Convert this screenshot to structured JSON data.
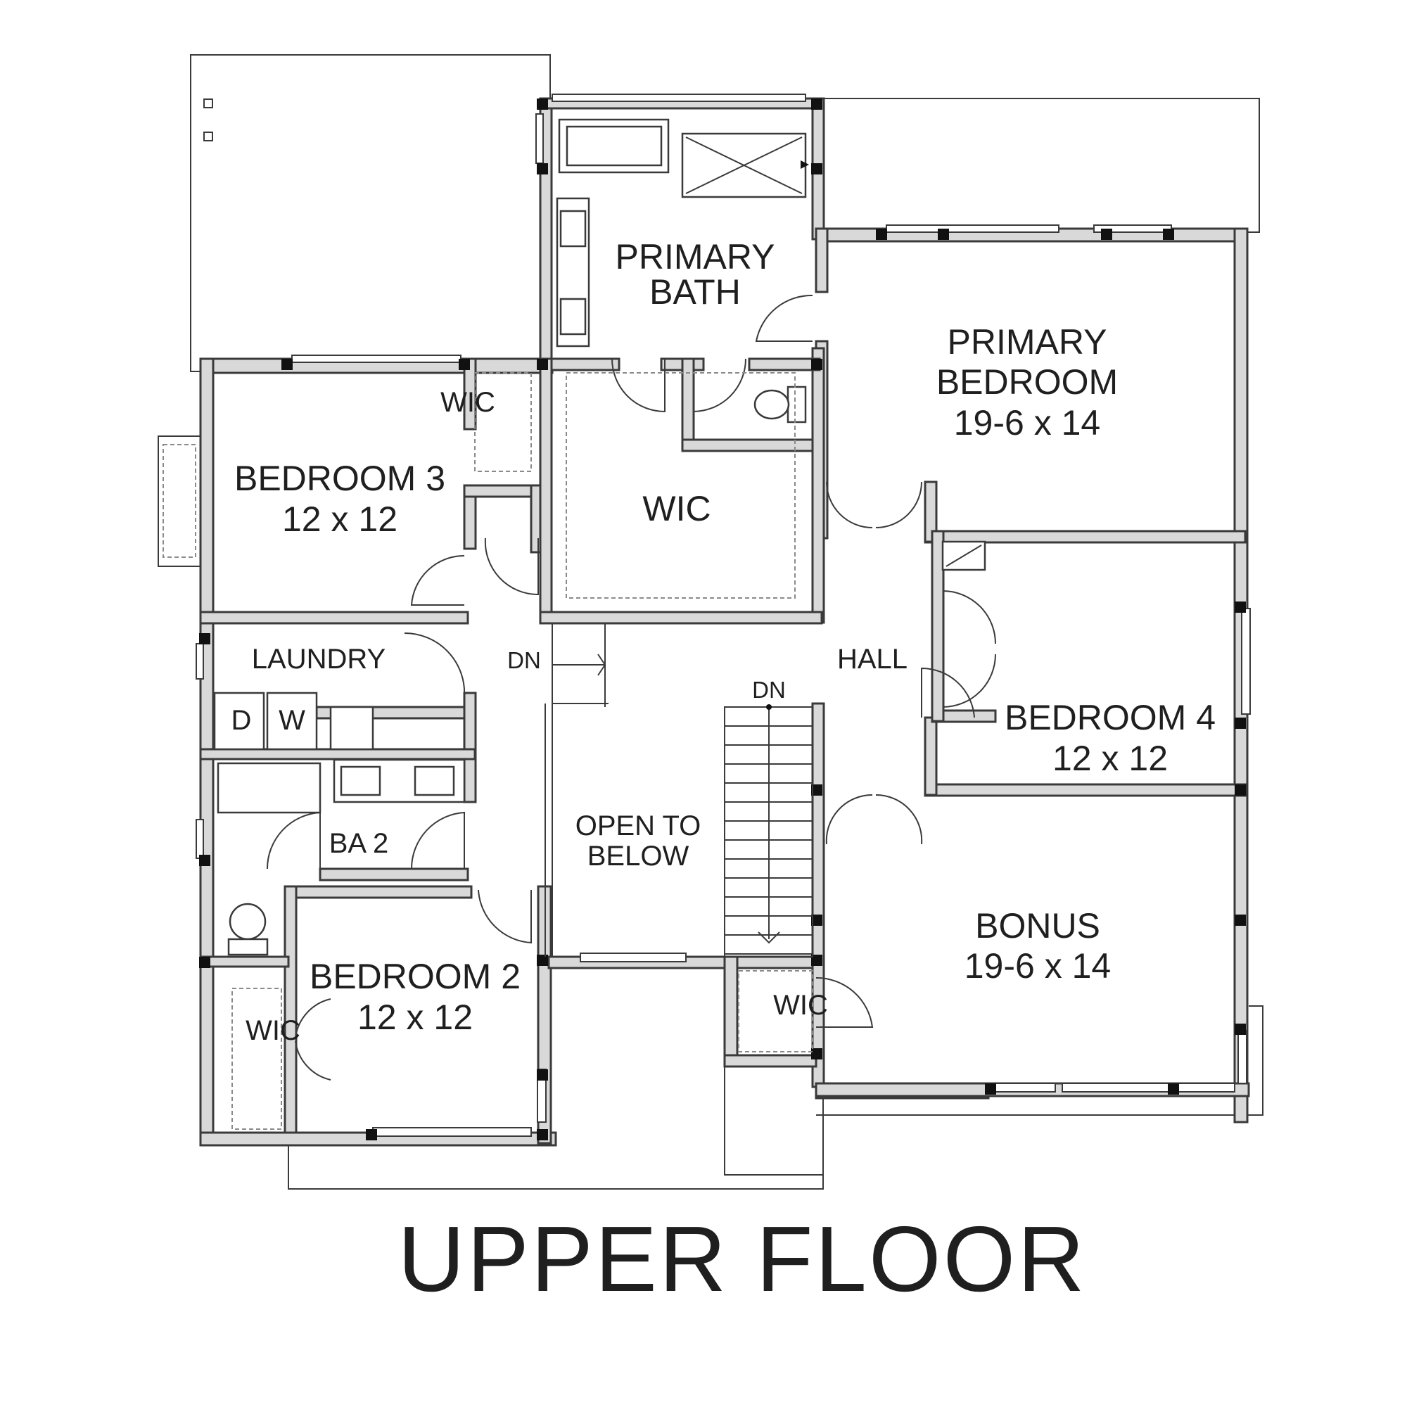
{
  "title": "UPPER FLOOR",
  "rooms": {
    "primary_bath": {
      "line1": "PRIMARY",
      "line2": "BATH"
    },
    "primary_bedroom": {
      "line1": "PRIMARY",
      "line2": "BEDROOM",
      "dims": "19-6 x 14"
    },
    "wic_bedroom3": "WIC",
    "bedroom3": {
      "name": "BEDROOM 3",
      "dims": "12 x 12"
    },
    "wic_primary": "WIC",
    "laundry": "LAUNDRY",
    "dryer": "D",
    "washer": "W",
    "hall": "HALL",
    "bedroom4": {
      "name": "BEDROOM 4",
      "dims": "12 x 12"
    },
    "open_to_below": {
      "line1": "OPEN TO",
      "line2": "BELOW"
    },
    "ba2": "BA 2",
    "bedroom2": {
      "name": "BEDROOM 2",
      "dims": "12 x 12"
    },
    "wic_bedroom2": "WIC",
    "bonus": {
      "name": "BONUS",
      "dims": "19-6 x 14"
    },
    "wic_bonus": "WIC"
  },
  "stairs": {
    "dn_upper": "DN",
    "dn_lower": "DN"
  },
  "colors": {
    "wall_fill": "#d9d9d9",
    "line": "#3a3a3a",
    "text": "#1f1f1f"
  }
}
